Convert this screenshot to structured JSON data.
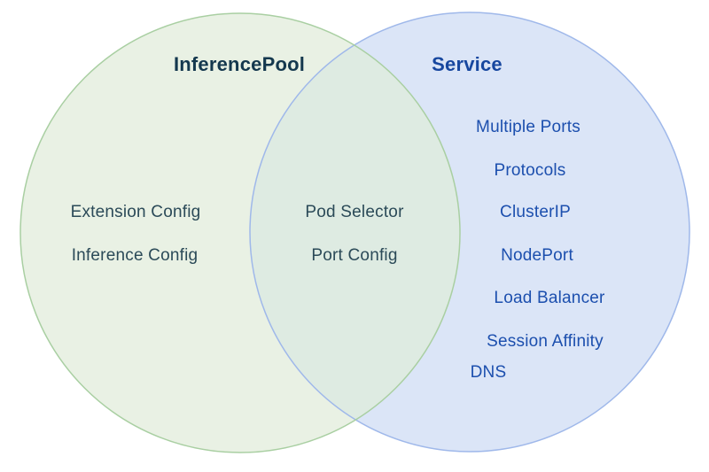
{
  "diagram": {
    "type": "venn",
    "left": {
      "title": "InferencePool",
      "items": [
        "Extension Config",
        "Inference Config"
      ]
    },
    "overlap": {
      "items": [
        "Pod Selector",
        "Port Config"
      ]
    },
    "right": {
      "title": "Service",
      "items": [
        "Multiple Ports",
        "Protocols",
        "ClusterIP",
        "NodePort",
        "Load Balancer",
        "Session Affinity",
        "DNS"
      ]
    }
  },
  "colors": {
    "background": "#FFFFFF",
    "green_fill": "#E9F1E4",
    "green_stroke": "#A9CFA2",
    "blue_fill": "#DBE5F7",
    "blue_stroke": "#9FB8EA",
    "overlap_fill": "#DEEBE2",
    "left_title_text": "#14384E",
    "left_item_text": "#2B4A58",
    "right_title_text": "#17479F",
    "right_item_text": "#1C4FAE"
  }
}
